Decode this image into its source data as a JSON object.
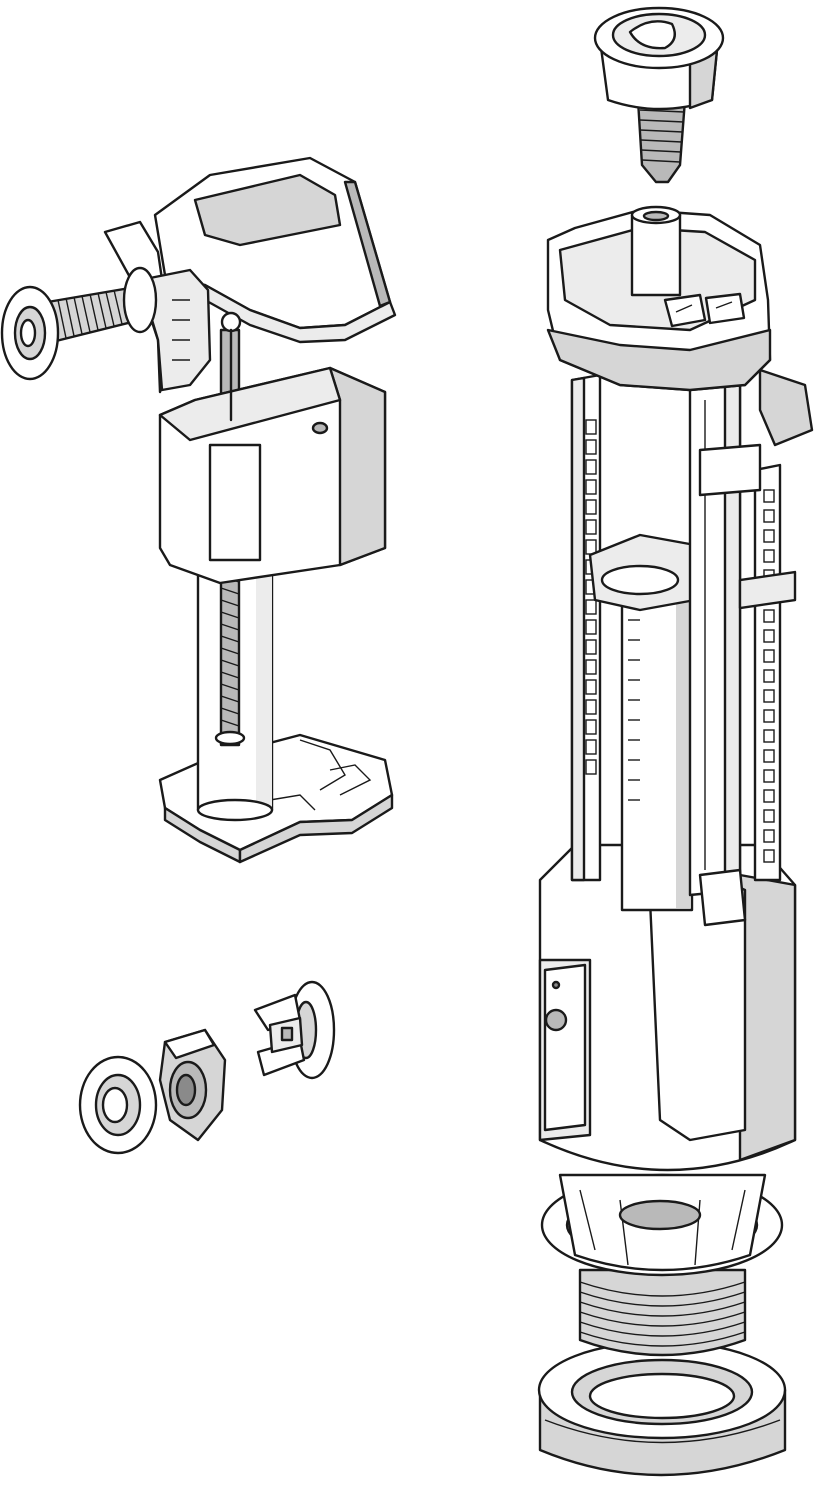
{
  "diagram": {
    "palette": {
      "line": "#1a1a1a",
      "light": "#ececec",
      "mid": "#d6d6d6",
      "shadow": "#b9b9b9",
      "dark": "#8a8a8a"
    },
    "parts": [
      {
        "id": "fill-valve",
        "icon": "fill-valve-icon"
      },
      {
        "id": "inlet-connector",
        "icon": "threaded-pipe-icon"
      },
      {
        "id": "flush-button",
        "icon": "push-button-icon"
      },
      {
        "id": "flush-valve",
        "icon": "flush-valve-icon"
      },
      {
        "id": "locknut",
        "icon": "hex-nut-icon"
      },
      {
        "id": "rosette-washer",
        "icon": "washer-icon"
      },
      {
        "id": "mounting-clip",
        "icon": "clip-icon"
      },
      {
        "id": "sealing-ring",
        "icon": "gasket-ring-icon"
      }
    ]
  }
}
